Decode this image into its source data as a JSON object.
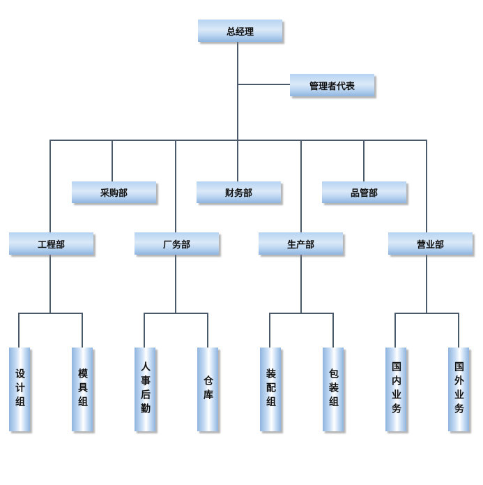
{
  "org_chart": {
    "ceo": "总经理",
    "representative": "管理者代表",
    "staff_departments": [
      "采购部",
      "财务部",
      "品管部"
    ],
    "departments": [
      {
        "name": "工程部",
        "teams": [
          "设计组",
          "模具组"
        ]
      },
      {
        "name": "厂务部",
        "teams": [
          "人事后勤",
          "仓库"
        ]
      },
      {
        "name": "生产部",
        "teams": [
          "装配组",
          "包装组"
        ]
      },
      {
        "name": "营业部",
        "teams": [
          "国内业务",
          "国外业务"
        ]
      }
    ]
  }
}
